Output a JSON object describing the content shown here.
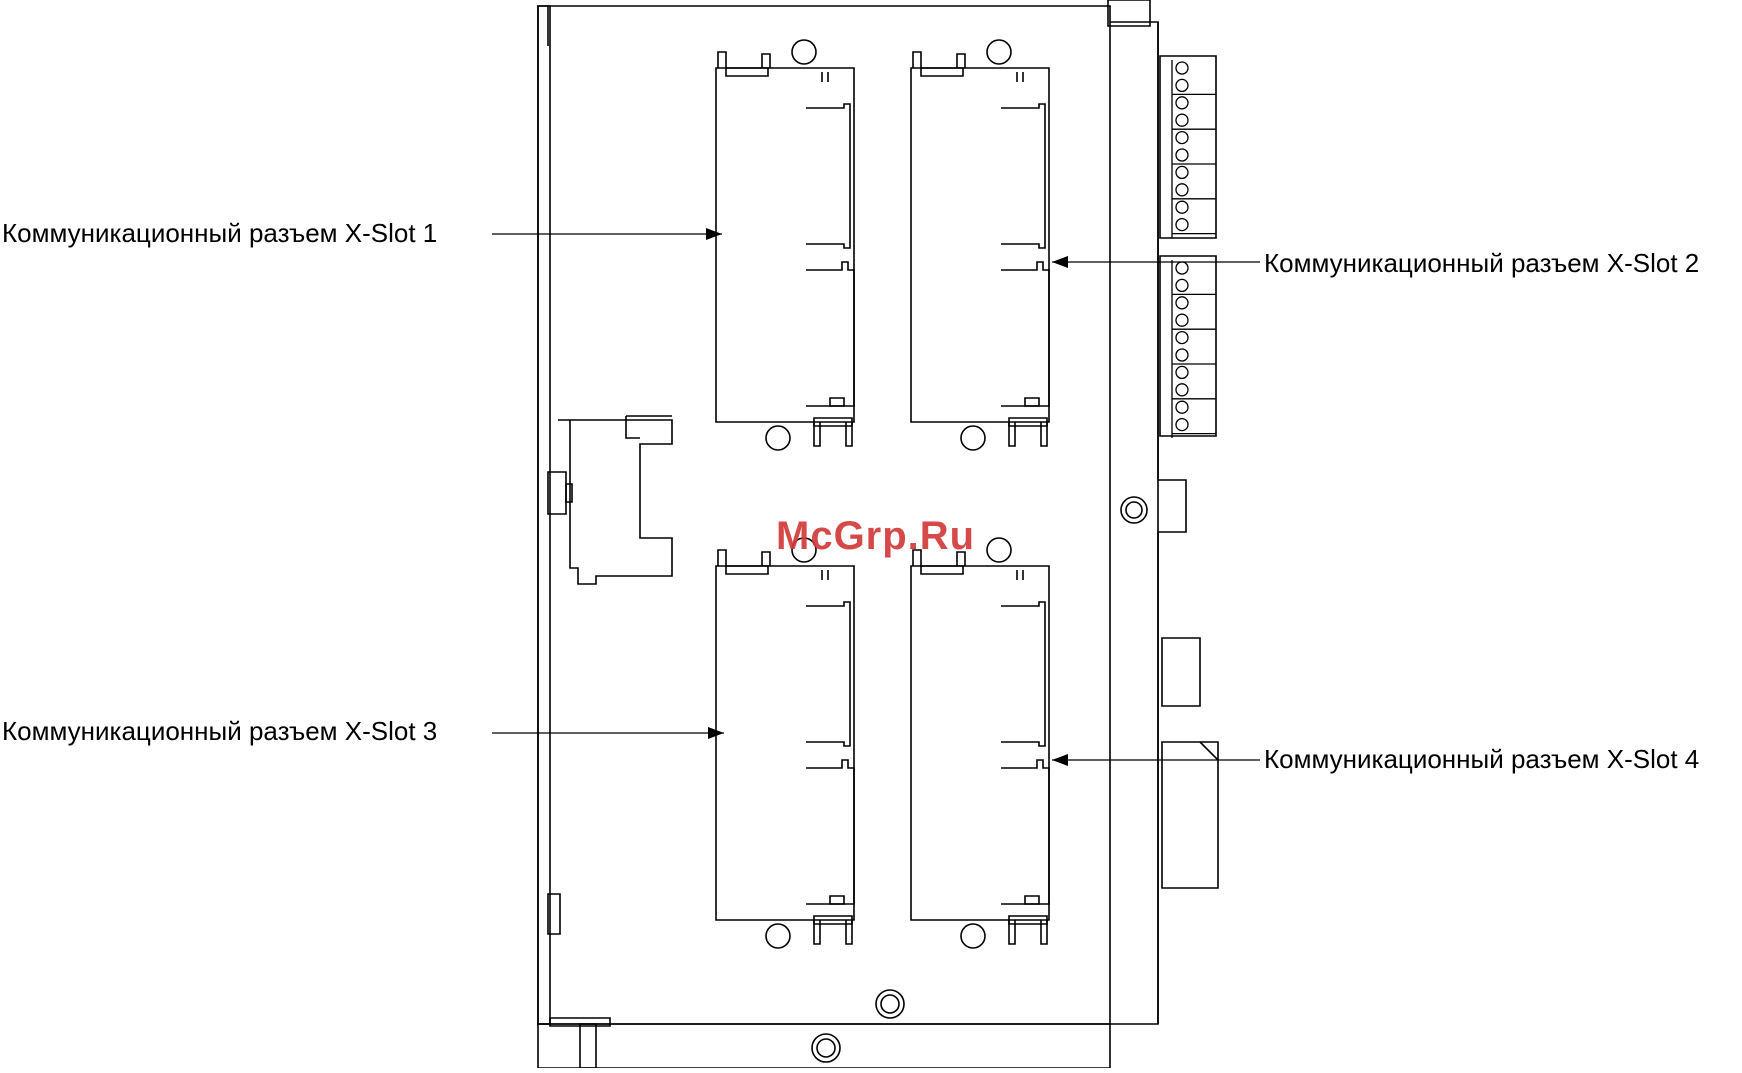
{
  "figure": {
    "labels": {
      "slot1": "Коммуникационный разъем X-Slot 1",
      "slot2": "Коммуникационный разъем X-Slot 2",
      "slot3": "Коммуникационный разъем X-Slot 3",
      "slot4": "Коммуникационный разъем X-Slot 4"
    },
    "watermark": "McGrp.Ru"
  },
  "style": {
    "line_color": "#000000",
    "watermark_color": "#d23a3a"
  }
}
